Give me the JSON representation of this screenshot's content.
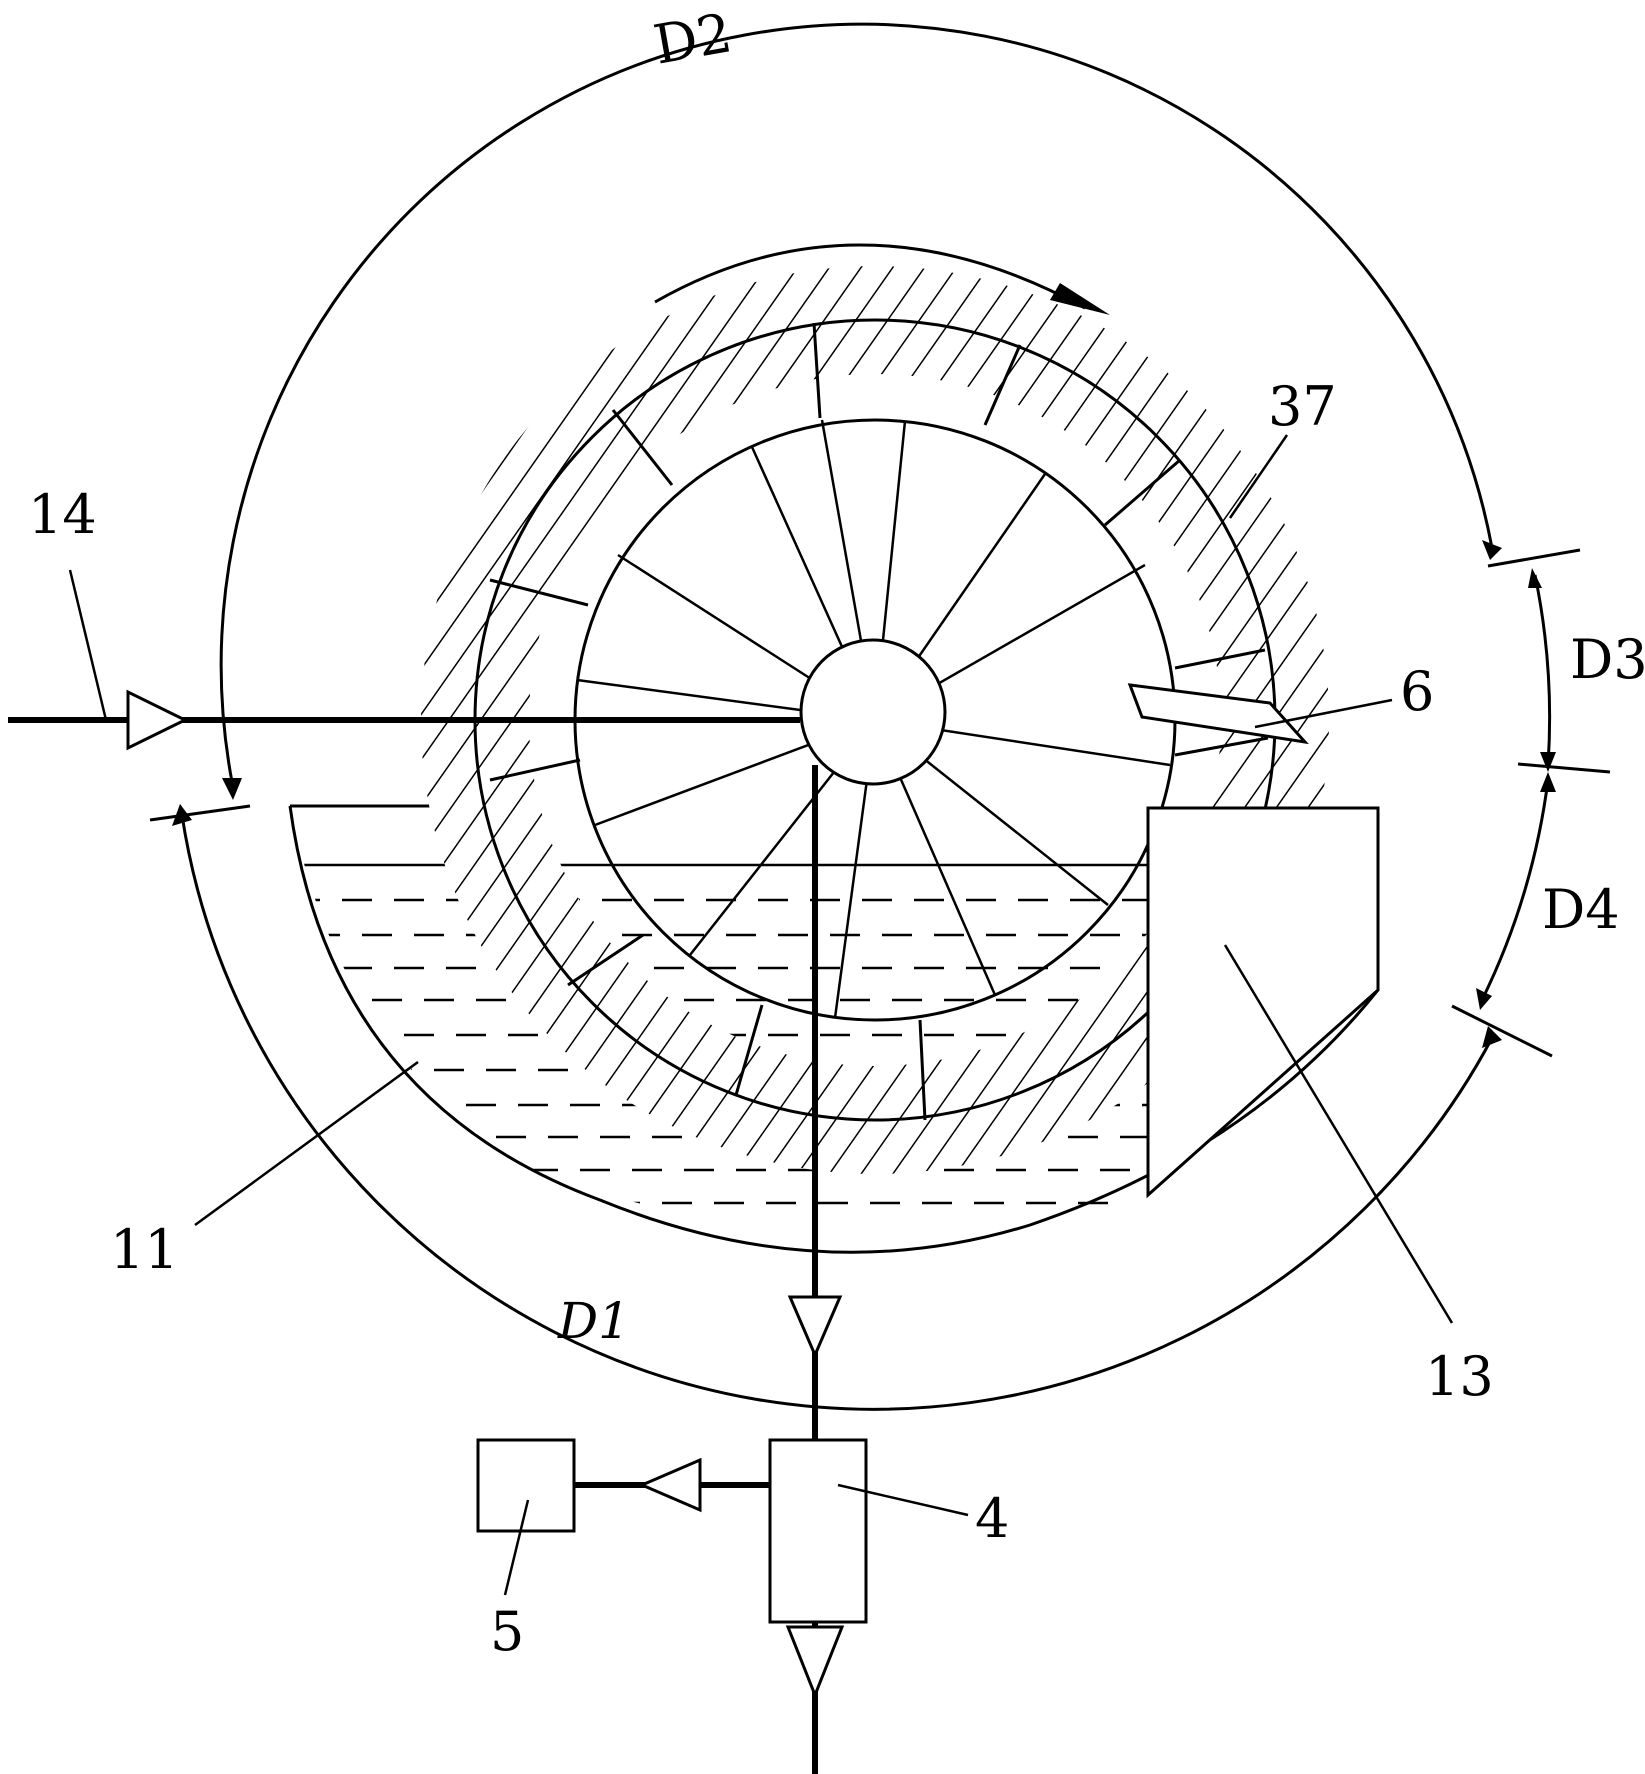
{
  "labels": {
    "zone_d1": "D1",
    "zone_d2": "D2",
    "zone_d3": "D3",
    "zone_d4": "D4",
    "ref_14": "14",
    "ref_37": "37",
    "ref_6": "6",
    "ref_11": "11",
    "ref_13": "13",
    "ref_4": "4",
    "ref_5": "5"
  }
}
